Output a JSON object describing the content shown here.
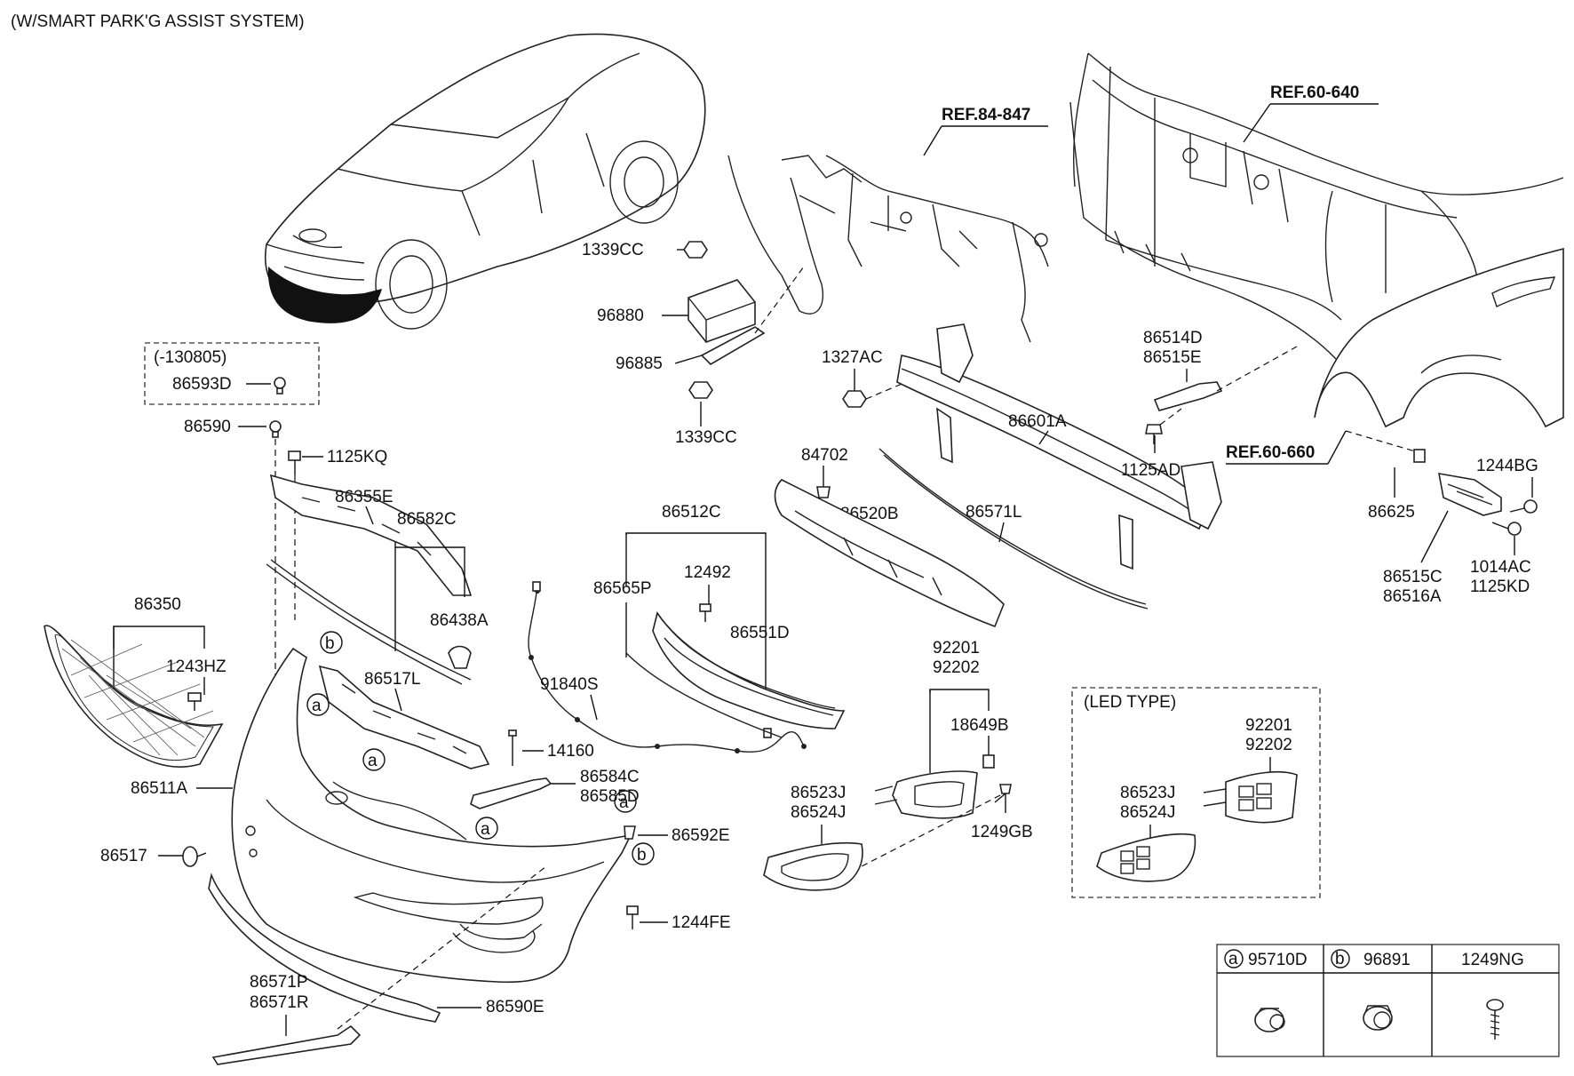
{
  "title": "(W/SMART PARK'G ASSIST SYSTEM)",
  "refs": [
    "REF.84-847",
    "REF.60-640",
    "REF.60-660"
  ],
  "boxes": {
    "early": "(-130805)",
    "led": "(LED TYPE)"
  },
  "labels": {
    "l86593D": "86593D",
    "l86590": "86590",
    "l1125KQ": "1125KQ",
    "l86355E": "86355E",
    "l86582C": "86582C",
    "l86438A": "86438A",
    "l86350": "86350",
    "l1243HZ": "1243HZ",
    "l86517L": "86517L",
    "l86511A": "86511A",
    "l86517": "86517",
    "l86584C": "86584C",
    "l86585D": "86585D",
    "l14160": "14160",
    "l91840S": "91840S",
    "l86592E": "86592E",
    "l1244FE": "1244FE",
    "l86571P": "86571P",
    "l86571R": "86571R",
    "l86590E": "86590E",
    "l1339CC_a": "1339CC",
    "l96880": "96880",
    "l96885": "96885",
    "l1339CC_b": "1339CC",
    "l1327AC": "1327AC",
    "l86512C": "86512C",
    "l86565P": "86565P",
    "l12492": "12492",
    "l86551D": "86551D",
    "l84702": "84702",
    "l86520B": "86520B",
    "l86571L": "86571L",
    "l86601A": "86601A",
    "l86514D": "86514D",
    "l86515E": "86515E",
    "l1125AD": "1125AD",
    "l1244BG": "1244BG",
    "l86625": "86625",
    "l1014AC": "1014AC",
    "l1125KD": "1125KD",
    "l86515C": "86515C",
    "l86516A": "86516A",
    "l92201_a": "92201",
    "l92202_a": "92202",
    "l18649B": "18649B",
    "l86523J_a": "86523J",
    "l86524J_a": "86524J",
    "l1249GB": "1249GB",
    "l92201_b": "92201",
    "l92202_b": "92202",
    "l86523J_b": "86523J",
    "l86524J_b": "86524J"
  },
  "callouts": {
    "a": "a",
    "b": "b"
  },
  "legend_table": {
    "col_a_letter": "a",
    "col_a_part": "95710D",
    "col_b_letter": "b",
    "col_b_part": "96891",
    "col_c_part": "1249NG"
  },
  "icons": [
    "parking-sensor-icon",
    "parking-sensor-bracket-icon",
    "screw-icon"
  ]
}
